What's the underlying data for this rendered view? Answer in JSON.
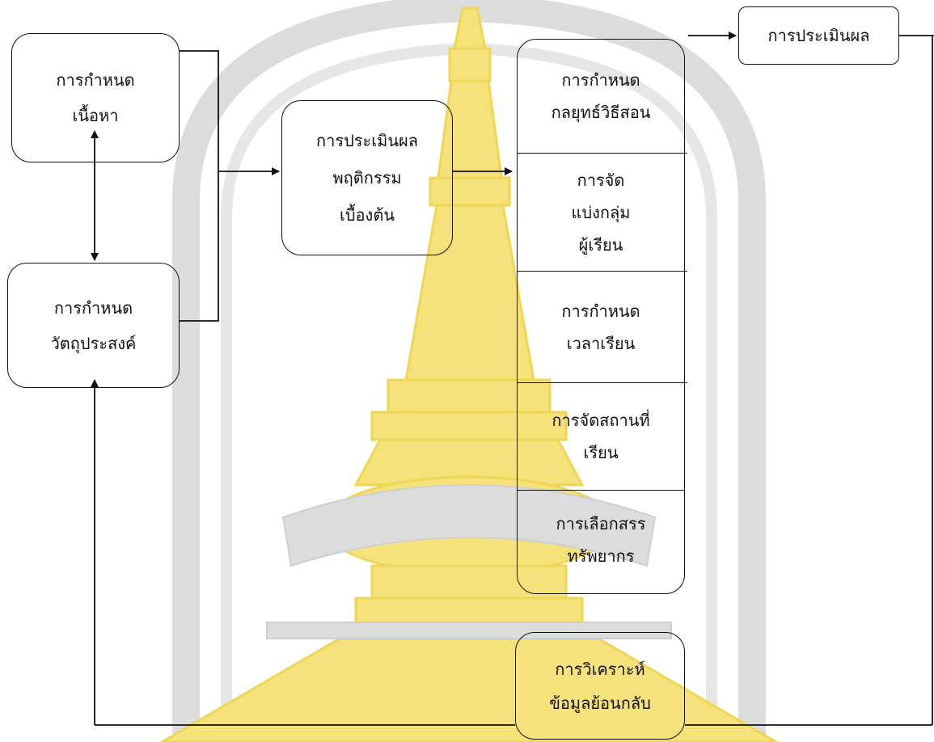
{
  "boxes": {
    "content": [
      "การกำหนด",
      "เนื้อหา"
    ],
    "objectives": [
      "การกำหนด",
      "วัตถุประสงค์"
    ],
    "pre_assessment": [
      "การประเมินผล",
      "พฤติกรรม",
      "เบื้องต้น"
    ],
    "evaluation": "การประเมินผล",
    "feedback": [
      "การวิเคราะห์",
      "ข้อมูลย้อนกลับ"
    ]
  },
  "stack": [
    [
      "การกำหนด",
      "กลยุทธ์วิธีสอน"
    ],
    [
      "การจัด",
      "แบ่งกลุ่ม",
      "ผู้เรียน"
    ],
    [
      "การกำหนด",
      "เวลาเรียน"
    ],
    [
      "การจัดสถานที่",
      "เรียน"
    ],
    [
      "การเลือกสรร",
      "ทรัพยากร"
    ]
  ],
  "colors": {
    "line": "#111111",
    "watermark_yellow": "#f6e27a",
    "watermark_grey": "#dcdcdc"
  },
  "watermark": "university-emblem-watermark"
}
